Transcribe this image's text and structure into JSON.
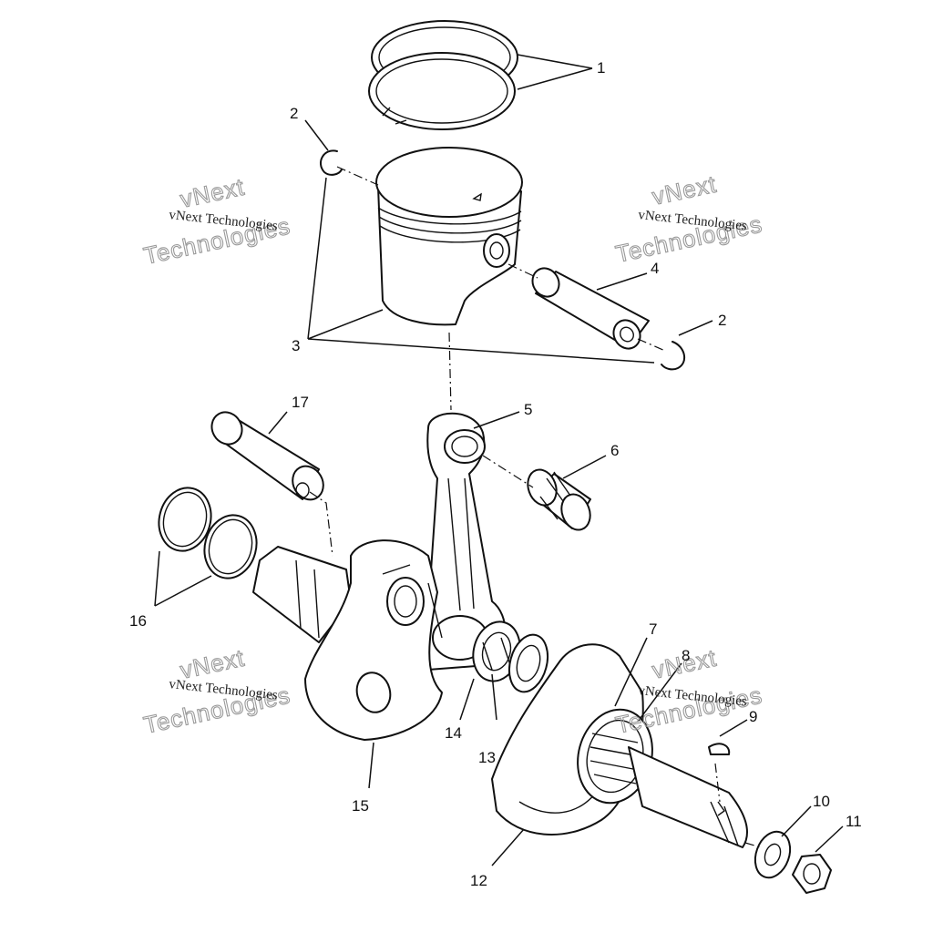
{
  "callouts": {
    "c1": "1",
    "c2a": "2",
    "c2b": "2",
    "c3": "3",
    "c4": "4",
    "c5": "5",
    "c6": "6",
    "c7": "7",
    "c8": "8",
    "c9": "9",
    "c10": "10",
    "c11": "11",
    "c12": "12",
    "c13": "13",
    "c14": "14",
    "c15": "15",
    "c16": "16",
    "c17": "17"
  },
  "watermark": {
    "company": "vNext Technologies",
    "word1": "vNext",
    "word2": "Technologies"
  },
  "colors": {
    "ink": "#111111",
    "watermark": "#9a9a9a",
    "background": "#ffffff"
  }
}
